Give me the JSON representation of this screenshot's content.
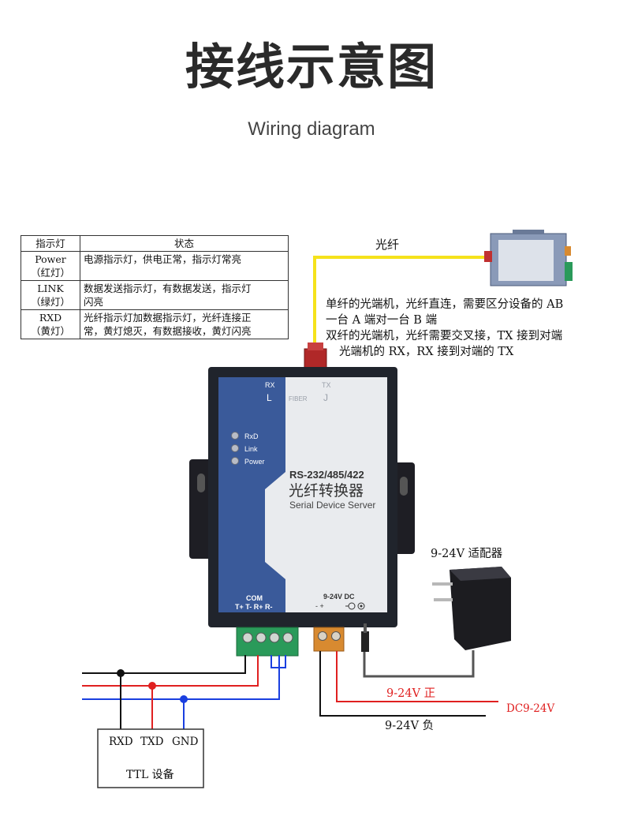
{
  "header": {
    "title": "接线示意图",
    "subtitle": "Wiring diagram"
  },
  "indicator_table": {
    "headers": [
      "指示灯",
      "状态"
    ],
    "rows": [
      {
        "light": [
          "Power",
          "（红灯）"
        ],
        "status": [
          "电源指示灯，供电正常，指示灯常亮"
        ]
      },
      {
        "light": [
          "LINK",
          "（绿灯）"
        ],
        "status": [
          "数据发送指示灯，有数据发送，指示灯",
          "闪亮"
        ]
      },
      {
        "light": [
          "RXD",
          "（黄灯）"
        ],
        "status": [
          "光纤指示灯加数据指示灯，光纤连接正",
          "常，黄灯熄灭，有数据接收，黄灯闪亮"
        ]
      }
    ]
  },
  "fiber": {
    "label": "光纤",
    "notes": [
      "单纤的光端机，光纤直连，需要区分设备的 AB",
      "一台 A 端对一台 B 端",
      "双纤的光端机，光纤需要交叉接，TX 接到对端",
      "光端机的 RX，RX 接到对端的 TX"
    ]
  },
  "device": {
    "port_rx": "RX",
    "port_rx_sub": "L",
    "port_tx": "TX",
    "port_tx_sub": "J",
    "fiber_mark": "FIBER",
    "leds": [
      "RxD",
      "Link",
      "Power"
    ],
    "model": "RS-232/485/422",
    "name_cn": "光纤转换器",
    "name_en": "Serial Device Server",
    "com_label": "COM",
    "com_pins": "T+ T-  R+  R-",
    "dc_label": "9-24V DC",
    "dc_pins": "-    +"
  },
  "power": {
    "adapter_label": "9-24V 适配器",
    "positive_label": "9-24V 正",
    "negative_label": "9-24V 负",
    "dc_label": "DC9-24V"
  },
  "ttl": {
    "pins": [
      "RXD",
      "TXD",
      "GND"
    ],
    "label": "TTL 设备"
  },
  "colors": {
    "fiber": "#f5e21b",
    "red_wire": "#e02020",
    "blue_wire": "#1a3fe0",
    "black_wire": "#111111",
    "device_blue": "#3a5a9a",
    "terminal_green": "#2a9a5a",
    "terminal_orange": "#d88a30"
  }
}
